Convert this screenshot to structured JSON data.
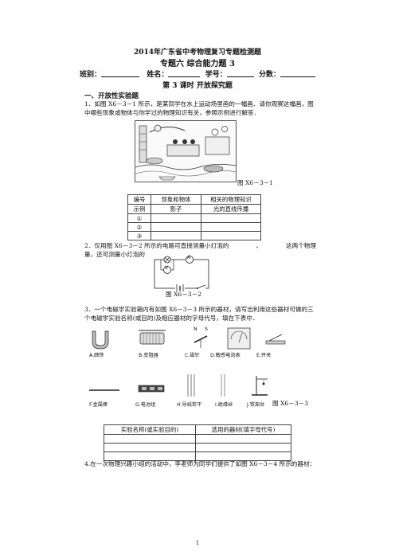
{
  "header": {
    "title": "2014年广东省中考物理复习专题检测题",
    "subtitle": "专题六   综合能力题 3",
    "name_label": "班别：",
    "student_label": "姓名：",
    "id_label": "学号：",
    "score_label": "分数：",
    "lesson": "第 3 课时    开放探究题"
  },
  "section1": {
    "heading": "一、开放性实验题",
    "q1_text": "1．如图 X6－3－1 所示，是某同学在水上运动场里画的一幅画．请你观察这幅画，图中哪些现象或物体与你学过的物理知识有关，参照示例进行解答．",
    "fig1_caption": "图 X6－3－1",
    "table1": {
      "headers": [
        "编号",
        "现象和物体",
        "相关的物理知识"
      ],
      "example": [
        "示例",
        "影子",
        "光的直线传播"
      ],
      "rows": [
        "①",
        "②",
        "③"
      ]
    },
    "q2_text_a": "2．仅用图 X6－3－2 所示的电路可直接测量小灯泡的",
    "q2_sep": "、",
    "q2_text_b": "这两个物理量，还可测量小灯泡的",
    "fig2_caption": "图 X6－3－2",
    "fig2_meters": [
      "A",
      "V"
    ],
    "q3_text": "3．一个电磁学实验箱内有如图 X6－3－3 所示的器材，请写出利用这些器材可做的三个电磁学实验名称(或目的)及相应器材的字母代号，填在下表中．",
    "equipment_row1": [
      "A.蹄铁",
      "B.变阻器",
      "C.磁针",
      "D.敏感电流表",
      "E.开关"
    ],
    "equipment_row2": [
      "F.金属棒",
      "G.电池组",
      "H.导线若干",
      "I.绝缘丝",
      "J.铁架台"
    ],
    "magnet_labels": [
      "N",
      "S"
    ],
    "fig3_caption": "图 X6－3－3",
    "table2": {
      "headers": [
        "实验名称(或实验目的)",
        "选用的器材(填字母代号)"
      ],
      "rows": 3
    },
    "q4_text": "4.在一次物理兴趣小组的活动中，李老师为同学们提供了如图 X6－3－4 所示的器材："
  },
  "footer": {
    "page": "1"
  }
}
